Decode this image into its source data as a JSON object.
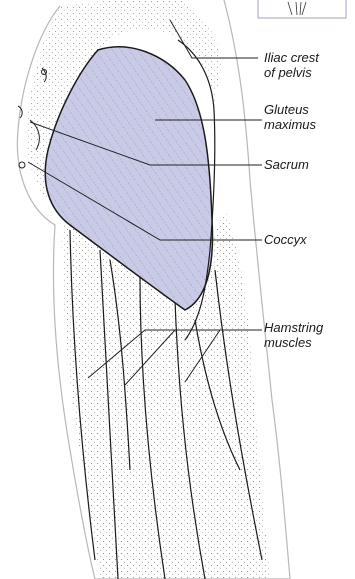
{
  "labels": {
    "iliac": {
      "line1": "Iliac crest",
      "line2": "of pelvis"
    },
    "gluteus": {
      "line1": "Gluteus",
      "line2": "maximus"
    },
    "sacrum": "Sacrum",
    "coccyx": "Coccyx",
    "hamstring": {
      "line1": "Hamstring",
      "line2": "muscles"
    }
  },
  "colors": {
    "muscle_highlight": "#c9cbe6",
    "outline": "#1a1a1a",
    "leader": "#222222",
    "inset_border": "#9aa3c9"
  }
}
